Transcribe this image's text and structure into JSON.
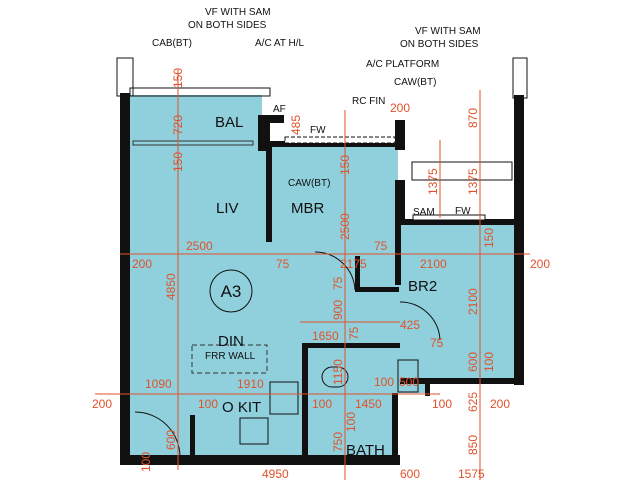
{
  "unit": "A3",
  "colors": {
    "floor": "#8fd0dc",
    "wall": "#111111",
    "dimension": "#e0522b"
  },
  "rooms": {
    "bal": "BAL",
    "liv": "LIV",
    "mbr": "MBR",
    "br2": "BR2",
    "din": "DIN",
    "kit": "O KIT",
    "bath": "BATH"
  },
  "notes": {
    "vf_left_1": "VF WITH SAM",
    "vf_left_2": "ON BOTH SIDES",
    "cab": "CAB(BT)",
    "ac_hl": "A/C AT H/L",
    "af": "AF",
    "rc_fin": "RC FIN",
    "fw_mbr": "FW",
    "caw_mbr": "CAW(BT)",
    "vf_right_1": "VF WITH SAM",
    "vf_right_2": "ON BOTH SIDES",
    "ac_platform": "A/C PLATFORM",
    "caw_br2": "CAW(BT)",
    "sam": "SAM",
    "fw_br2": "FW",
    "frr_wall": "FRR WALL"
  },
  "dimensions": [
    "150",
    "720",
    "150",
    "4850",
    "600",
    "100",
    "2500",
    "200",
    "75",
    "2175",
    "75",
    "2100",
    "200",
    "485",
    "150",
    "2500",
    "75",
    "900",
    "75",
    "1650",
    "425",
    "75",
    "1150",
    "1090",
    "1910",
    "100",
    "100",
    "1450",
    "100",
    "500",
    "100",
    "200",
    "200",
    "100",
    "750",
    "4950",
    "600",
    "1575",
    "200",
    "870",
    "1375",
    "1375",
    "150",
    "2100",
    "600",
    "100",
    "625",
    "850"
  ]
}
